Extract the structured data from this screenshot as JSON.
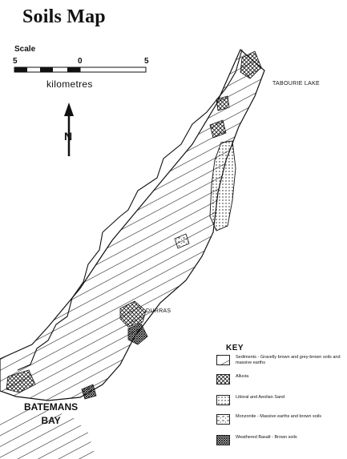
{
  "title": "Soils Map",
  "scale": {
    "label": "Scale",
    "ticks": [
      "5",
      "0",
      "5"
    ],
    "unit": "kilometres"
  },
  "north": "N",
  "places": {
    "tabourie": "Tabourie Lake",
    "durras": "Durras",
    "bay_line1": "BATEMANS",
    "bay_line2": "BAY"
  },
  "key": {
    "title": "KEY",
    "items": [
      {
        "pattern": "diagonal",
        "text": "Sediments - Gravelly brown and grey-brown soils and massive earths"
      },
      {
        "pattern": "crosshatch",
        "text": "Alluvia"
      },
      {
        "pattern": "dots",
        "text": "Littoral and Aeolian Sand"
      },
      {
        "pattern": "dash-dot",
        "text": "Monzonite - Massive earths and brown soils"
      },
      {
        "pattern": "dense-cross",
        "text": "Weathered Basalt - Brown soils"
      }
    ]
  },
  "colors": {
    "ink": "#111111",
    "paper": "#ffffff"
  }
}
